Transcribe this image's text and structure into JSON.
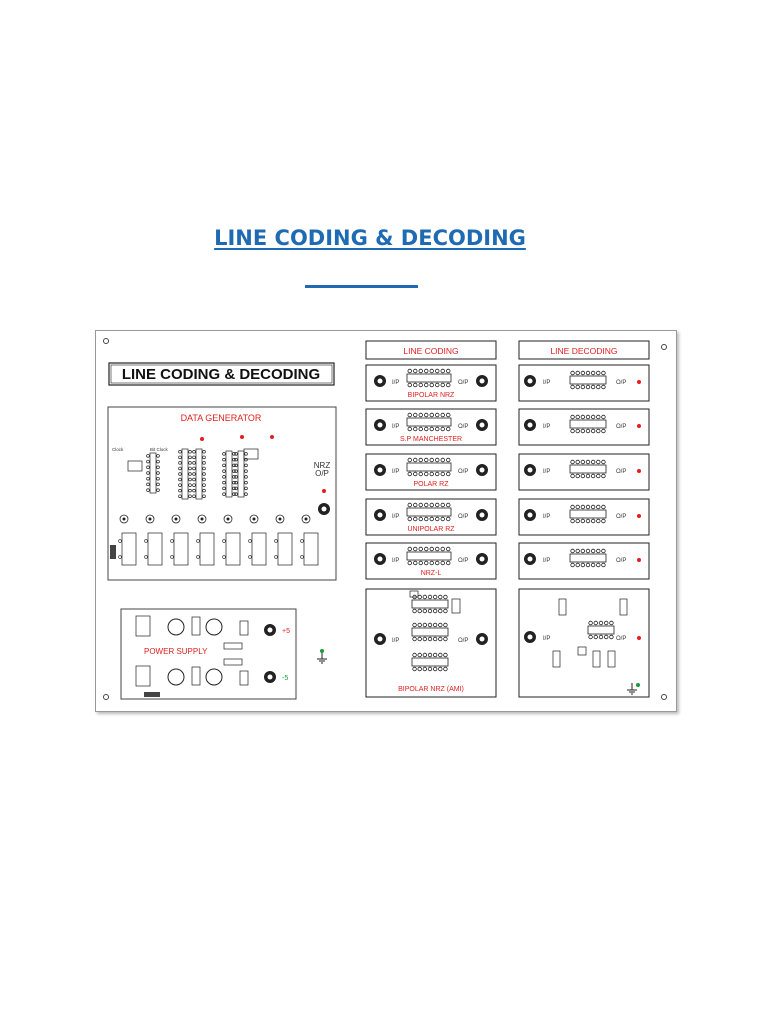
{
  "document": {
    "title": "LINE CODING & DECODING"
  },
  "board": {
    "title": "LINE CODING & DECODING",
    "data_generator": {
      "title": "DATA GENERATOR",
      "clock_label": "Clock",
      "bit_clock_label": "Bit Clock",
      "output_label_line1": "NRZ",
      "output_label_line2": "O/P"
    },
    "power_supply": {
      "title": "POWER SUPPLY",
      "plus_label": "+5",
      "minus_label": "-5"
    },
    "line_coding": {
      "header": "LINE CODING",
      "blocks": [
        {
          "name": "BIPOLAR NRZ",
          "ip": "I/P",
          "op": "O/P"
        },
        {
          "name": "S.P MANCHESTER",
          "ip": "I/P",
          "op": "O/P"
        },
        {
          "name": "POLAR RZ",
          "ip": "I/P",
          "op": "O/P"
        },
        {
          "name": "UNIPOLAR RZ",
          "ip": "I/P",
          "op": "O/P"
        },
        {
          "name": "NRZ-L",
          "ip": "I/P",
          "op": "O/P"
        },
        {
          "name": "BIPOLAR NRZ (AMI)",
          "ip": "I/P",
          "op": "O/P"
        }
      ]
    },
    "line_decoding": {
      "header": "LINE DECODING",
      "blocks": [
        {
          "ip": "I/P",
          "op": "O/P"
        },
        {
          "ip": "I/P",
          "op": "O/P"
        },
        {
          "ip": "I/P",
          "op": "O/P"
        },
        {
          "ip": "I/P",
          "op": "O/P"
        },
        {
          "ip": "I/P",
          "op": "O/P"
        },
        {
          "ip": "I/P",
          "op": "O/P"
        }
      ]
    }
  },
  "colors": {
    "title_blue": "#1f6bb3",
    "label_red": "#e02020",
    "led_red": "#e02020",
    "led_green": "#1a9a3a",
    "line": "#222222"
  }
}
